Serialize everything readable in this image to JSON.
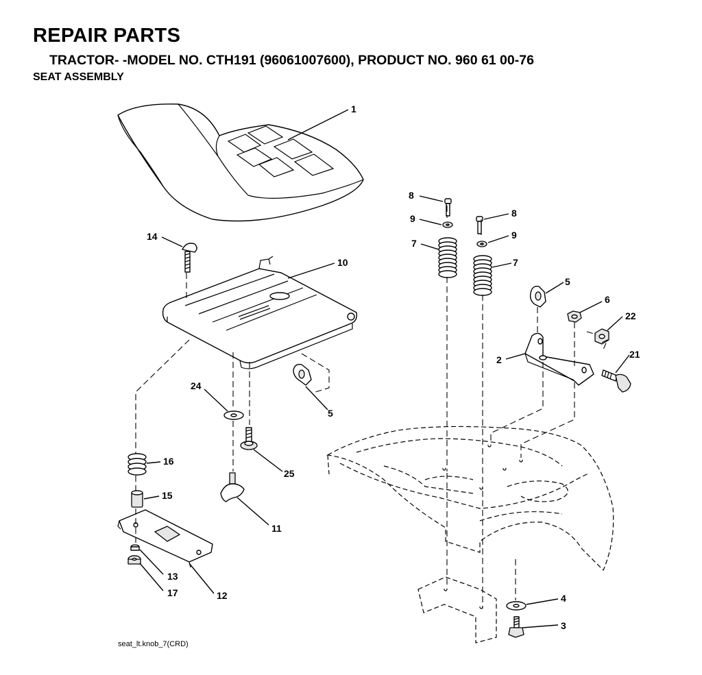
{
  "header": {
    "title": "REPAIR PARTS",
    "subtitle": "TRACTOR- -MODEL NO. CTH191 (96061007600), PRODUCT NO. 960 61 00-76",
    "section": "SEAT ASSEMBLY"
  },
  "callouts": {
    "c1": "1",
    "c2": "2",
    "c3": "3",
    "c4": "4",
    "c5a": "5",
    "c5b": "5",
    "c6": "6",
    "c7a": "7",
    "c7b": "7",
    "c8a": "8",
    "c8b": "8",
    "c9a": "9",
    "c9b": "9",
    "c10": "10",
    "c11": "11",
    "c12": "12",
    "c13": "13",
    "c14": "14",
    "c15": "15",
    "c16": "16",
    "c17": "17",
    "c21": "21",
    "c22": "22",
    "c24": "24",
    "c25": "25"
  },
  "footer": {
    "drawing_ref": "seat_lt.knob_7(CRD)"
  }
}
